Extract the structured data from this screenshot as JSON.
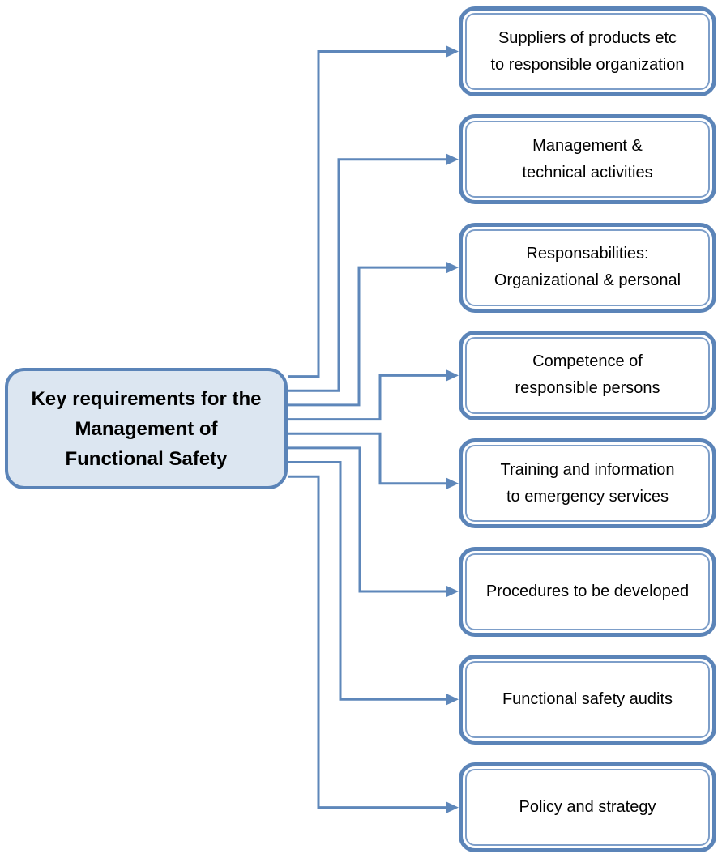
{
  "diagram": {
    "title": "Key requirements for the Management of Functional Safety",
    "title_lines": [
      "Key requirements for the",
      "Management of",
      "Functional Safety"
    ],
    "nodes": [
      {
        "label": "Suppliers of products etc to responsible organization"
      },
      {
        "label": "Management & technical activities"
      },
      {
        "label": "Responsabilities: Organizational & personal"
      },
      {
        "label": "Competence of responsible persons"
      },
      {
        "label": "Training and information to emergency services"
      },
      {
        "label": "Procedures to be developed"
      },
      {
        "label": "Functional safety audits"
      },
      {
        "label": "Policy and strategy"
      }
    ],
    "colors": {
      "accent": "#5b84b8",
      "line": "#5e87ba",
      "main_fill": "#dce6f1",
      "node_fill": "#ffffff",
      "inner_border": "#7d9ec9",
      "text": "#000000"
    }
  }
}
